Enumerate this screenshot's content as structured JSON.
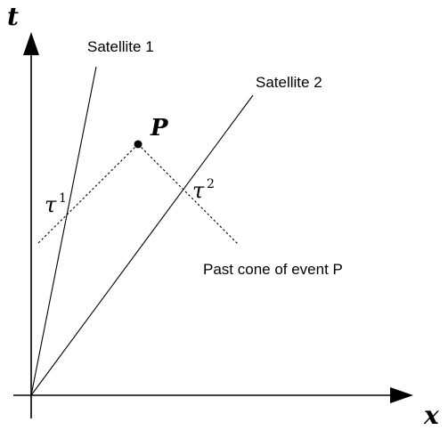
{
  "axes": {
    "vertical_label": "t",
    "horizontal_label": "x"
  },
  "satellites": [
    {
      "label": "Satellite 1"
    },
    {
      "label": "Satellite 2"
    }
  ],
  "event": {
    "label": "P"
  },
  "proper_times": [
    {
      "symbol": "τ",
      "superscript": "1"
    },
    {
      "symbol": "τ",
      "superscript": "2"
    }
  ],
  "cone": {
    "label": "Past cone of event P"
  },
  "colors": {
    "ink": "#000000",
    "background": "#ffffff"
  }
}
